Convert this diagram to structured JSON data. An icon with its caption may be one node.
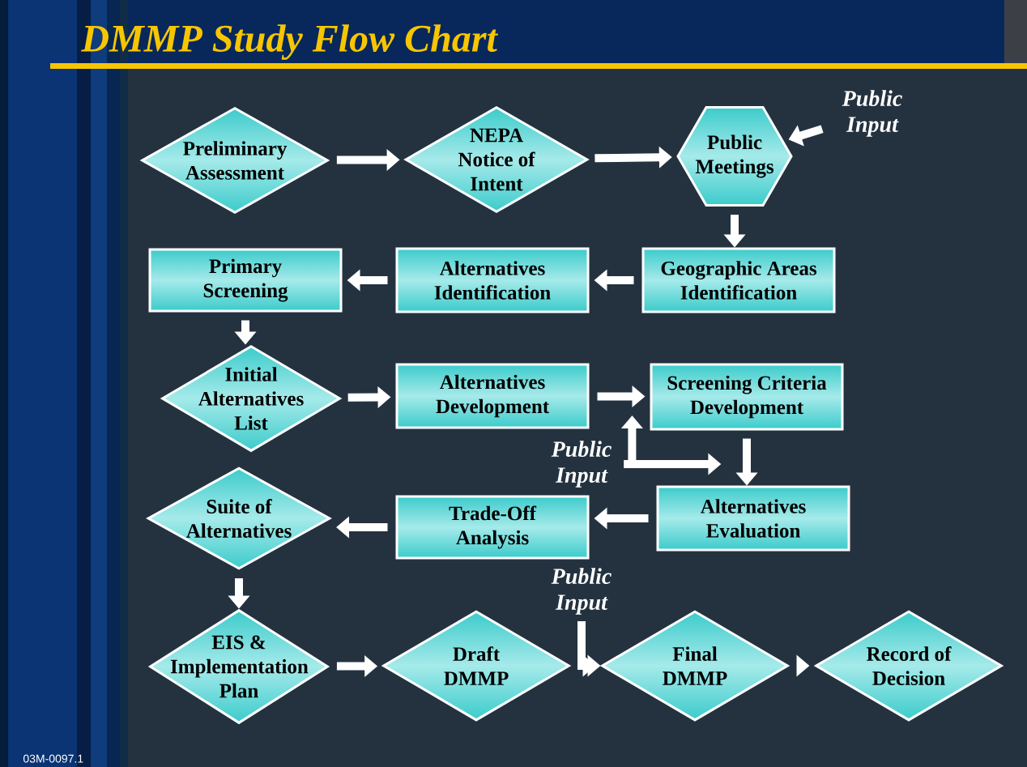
{
  "diagram": {
    "title": "DMMP Study Flow Chart",
    "nodes": [
      {
        "text": [
          "Preliminary Assessment"
        ]
      },
      {
        "text": [
          "NEPA Notice of Intent"
        ]
      },
      {
        "text": [
          "Public Meetings"
        ]
      },
      {
        "text": [
          "Public Input"
        ]
      },
      {
        "text": [
          "Geographic Areas Identification"
        ]
      },
      {
        "text": [
          "Alternatives Identification"
        ]
      },
      {
        "text": [
          "Primary Screening"
        ]
      },
      {
        "text": [
          "Initial Alternatives List"
        ]
      },
      {
        "text": [
          "Alternatives Development"
        ]
      },
      {
        "text": [
          "Screening Criteria Development"
        ]
      },
      {
        "text": [
          "Public Input"
        ]
      },
      {
        "text": [
          "Alternatives Evaluation"
        ]
      },
      {
        "text": [
          "Trade-Off Analysis"
        ]
      },
      {
        "text": [
          "Suite of Alternatives"
        ]
      },
      {
        "text": [
          "EIS & Implementation Plan"
        ]
      },
      {
        "text": [
          "Draft DMMP"
        ]
      },
      {
        "text": [
          "Public Input"
        ]
      },
      {
        "text": [
          "Final DMMP"
        ]
      },
      {
        "text": [
          "Record of Decision"
        ]
      }
    ],
    "edges": [
      {
        "from": 0,
        "to": 1,
        "arrow": "to"
      },
      {
        "from": 1,
        "to": 2,
        "arrow": "to"
      },
      {
        "from": 3,
        "to": 2,
        "arrow": "to"
      },
      {
        "from": 2,
        "to": 4,
        "arrow": "to"
      },
      {
        "from": 4,
        "to": 5,
        "arrow": "to"
      },
      {
        "from": 5,
        "to": 6,
        "arrow": "to"
      },
      {
        "from": 6,
        "to": 7,
        "arrow": "to"
      },
      {
        "from": 7,
        "to": 8,
        "arrow": "to"
      },
      {
        "from": 8,
        "to": 9,
        "arrow": "to"
      },
      {
        "from": 10,
        "to": null,
        "arrow": "to"
      },
      {
        "from": 10,
        "to": null,
        "arrow": "to"
      },
      {
        "from": 9,
        "to": 11,
        "arrow": "to"
      },
      {
        "from": 11,
        "to": 12,
        "arrow": "to"
      },
      {
        "from": 12,
        "to": 13,
        "arrow": "to"
      },
      {
        "from": 13,
        "to": 14,
        "arrow": "to"
      },
      {
        "from": 14,
        "to": 15,
        "arrow": "to"
      },
      {
        "from": 15,
        "to": 17,
        "arrow": "to"
      },
      {
        "from": 16,
        "to": 17,
        "arrow": "to"
      },
      {
        "from": 17,
        "to": 18,
        "arrow": "to"
      }
    ],
    "labels": [
      "03M-0097.1"
    ]
  }
}
